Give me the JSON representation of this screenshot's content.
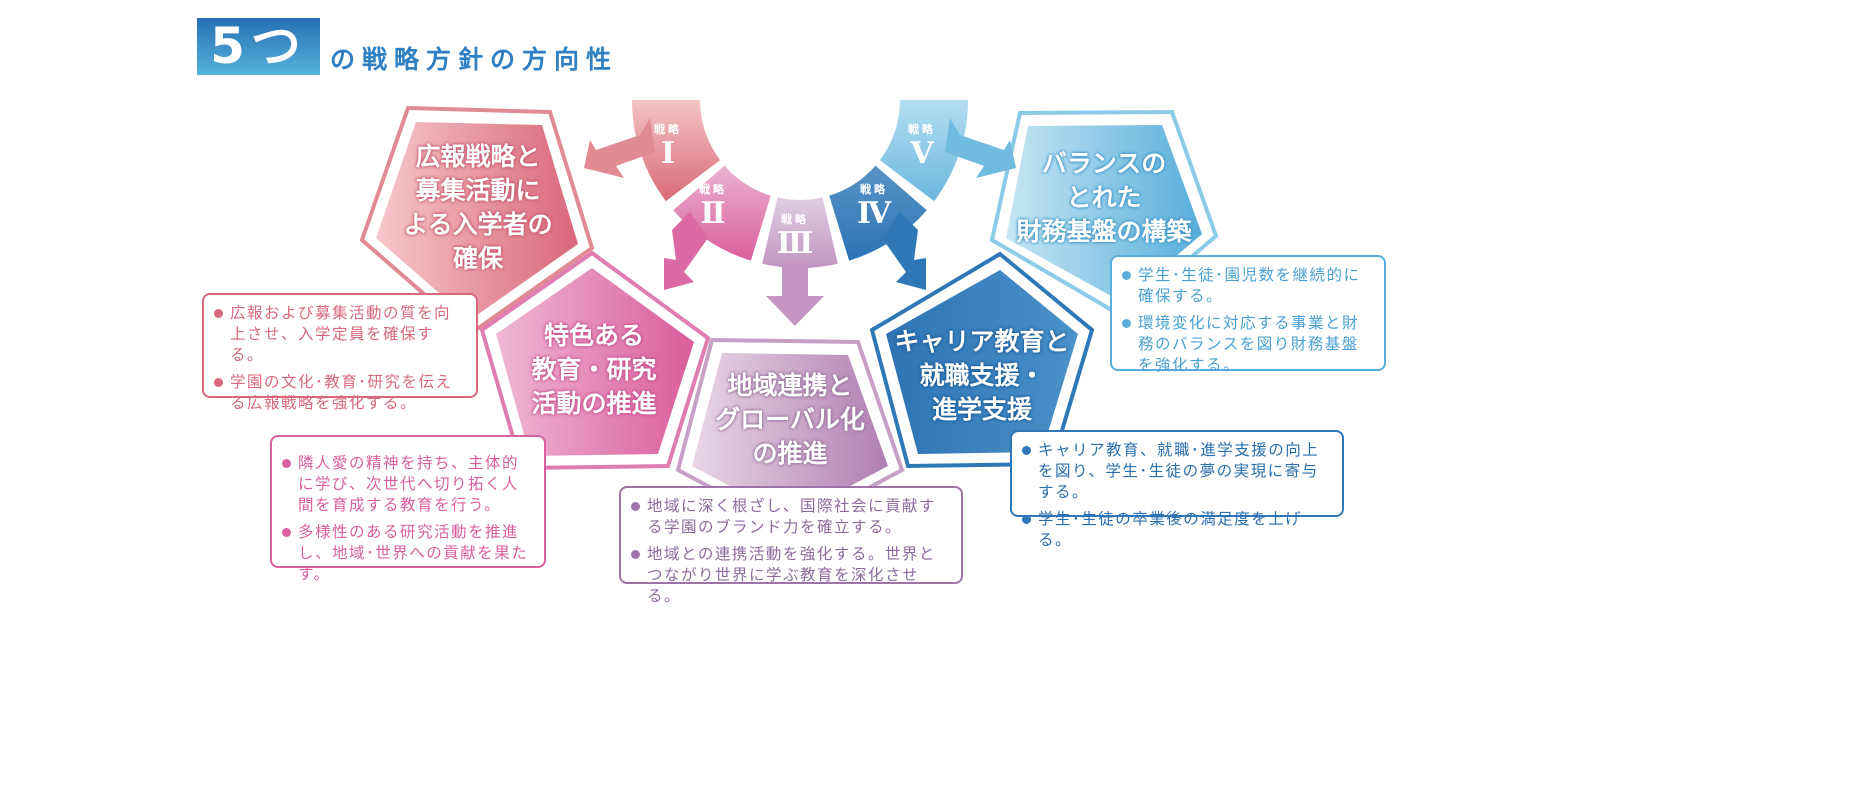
{
  "title": {
    "number": "5つ",
    "rest": "の戦略方針の方向性"
  },
  "colors": {
    "s1": "#d96a78",
    "s2": "#d9609e",
    "s3": "#b286b6",
    "s4": "#2f78b8",
    "s5": "#5fb2dc"
  },
  "segments": [
    {
      "prefix": "戦略",
      "numeral": "Ⅰ"
    },
    {
      "prefix": "戦略",
      "numeral": "Ⅱ"
    },
    {
      "prefix": "戦略",
      "numeral": "Ⅲ"
    },
    {
      "prefix": "戦略",
      "numeral": "Ⅳ"
    },
    {
      "prefix": "戦略",
      "numeral": "Ⅴ"
    }
  ],
  "strategies": [
    {
      "lines": [
        "広報戦略と",
        "募集活動に",
        "よる入学者の",
        "確保"
      ],
      "bullets": [
        "広報および募集活動の質を向上させ、入学定員を確保する。",
        "学園の文化･教育･研究を伝える広報戦略を強化する。"
      ]
    },
    {
      "lines": [
        "特色ある",
        "教育・研究",
        "活動の推進"
      ],
      "bullets": [
        "隣人愛の精神を持ち、主体的に学び、次世代へ切り拓く人間を育成する教育を行う。",
        "多様性のある研究活動を推進し、地域･世界への貢献を果たす。"
      ]
    },
    {
      "lines": [
        "地域連携と",
        "グローバル化",
        "の推進"
      ],
      "bullets": [
        "地域に深く根ざし、国際社会に貢献する学園のブランド力を確立する。",
        "地域との連携活動を強化する。世界とつながり世界に学ぶ教育を深化させる。"
      ]
    },
    {
      "lines": [
        "キャリア教育と",
        "就職支援・",
        "進学支援"
      ],
      "bullets": [
        "キャリア教育、就職･進学支援の向上を図り、学生･生徒の夢の実現に寄与する。",
        "学生･生徒の卒業後の満足度を上げる。"
      ]
    },
    {
      "lines": [
        "バランスの",
        "とれた",
        "財務基盤の構築"
      ],
      "bullets": [
        "学生･生徒･園児数を継続的に確保する。",
        "環境変化に対応する事業と財務のバランスを図り財務基盤を強化する。"
      ]
    }
  ]
}
